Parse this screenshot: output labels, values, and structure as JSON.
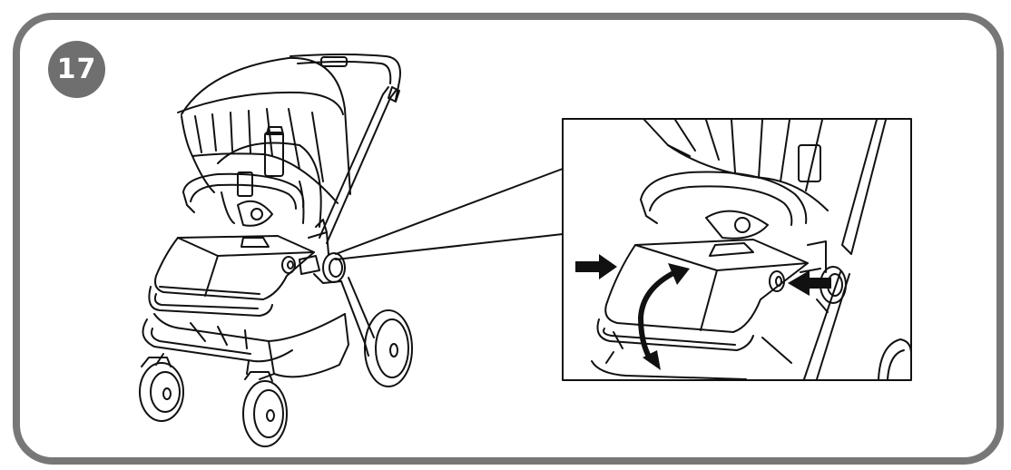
{
  "step": {
    "number": "17"
  },
  "colors": {
    "frame": "#777777",
    "badge": "#6f6f6f",
    "ink": "#111111"
  },
  "figure": {
    "main_illustration": "stroller-overview",
    "detail_illustration": "seat-recline-detail",
    "callout": "zoom-to-detail",
    "arrows": [
      "press-left-arrow",
      "press-right-arrow",
      "rotate-curved-arrow"
    ]
  }
}
